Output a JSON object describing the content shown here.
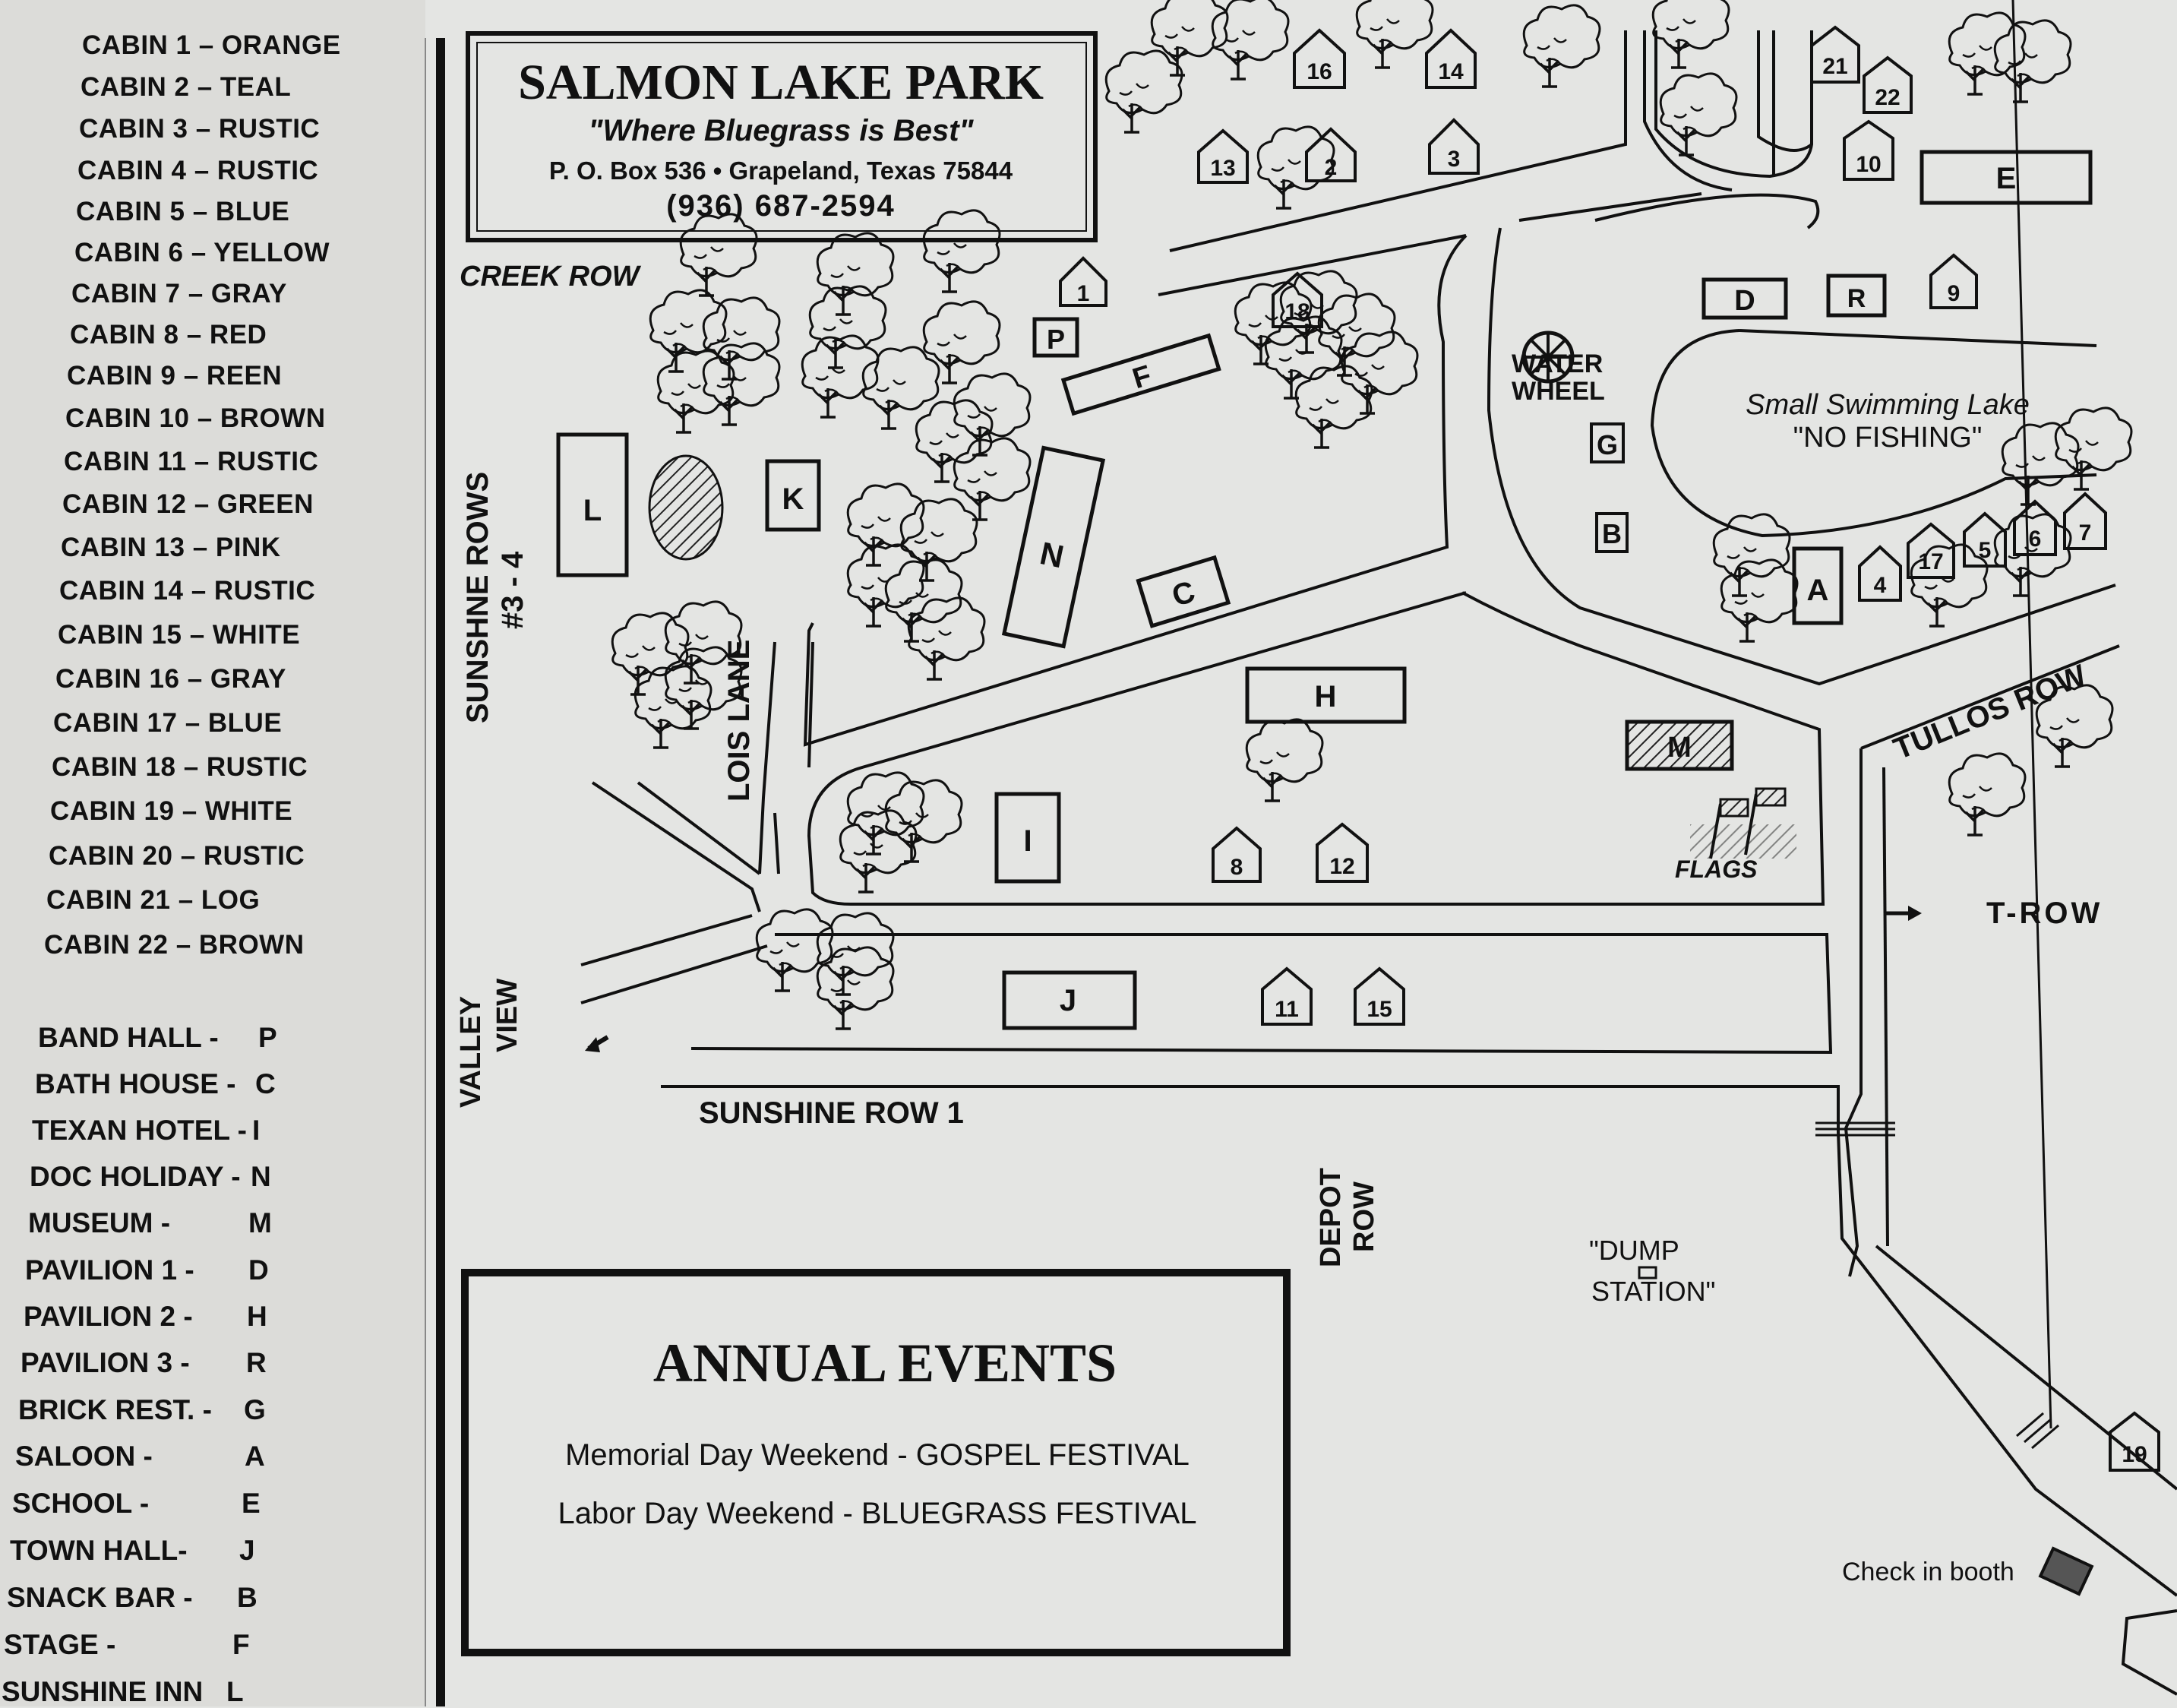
{
  "legend": {
    "cabins": [
      "CABIN 1 – ORANGE",
      "CABIN 2 – TEAL",
      "CABIN 3 – RUSTIC",
      "CABIN 4 – RUSTIC",
      "CABIN 5 – BLUE",
      "CABIN 6 – YELLOW",
      "CABIN 7 – GRAY",
      "CABIN 8 – RED",
      "CABIN 9 – REEN",
      "CABIN 10 – BROWN",
      "CABIN 11 – RUSTIC",
      "CABIN 12 – GREEN",
      "CABIN 13 – PINK",
      "CABIN 14 – RUSTIC",
      "CABIN 15 – WHITE",
      "CABIN 16 – GRAY",
      "CABIN 17 – BLUE",
      "CABIN 18 – RUSTIC",
      "CABIN 19 – WHITE",
      "CABIN 20 – RUSTIC",
      "CABIN 21 – LOG",
      "CABIN 22 – BROWN"
    ],
    "buildings": [
      {
        "name": "BAND HALL -",
        "code": "P"
      },
      {
        "name": "BATH HOUSE -",
        "code": "C"
      },
      {
        "name": "TEXAN HOTEL -",
        "code": "I"
      },
      {
        "name": "DOC HOLIDAY -",
        "code": "N"
      },
      {
        "name": "MUSEUM -",
        "code": "M"
      },
      {
        "name": "PAVILION 1 -",
        "code": "D"
      },
      {
        "name": "PAVILION 2 -",
        "code": "H"
      },
      {
        "name": "PAVILION 3 -",
        "code": "R"
      },
      {
        "name": "BRICK REST. -",
        "code": "G"
      },
      {
        "name": "SALOON -",
        "code": "A"
      },
      {
        "name": "SCHOOL -",
        "code": "E"
      },
      {
        "name": "TOWN HALL-",
        "code": "J"
      },
      {
        "name": "SNACK BAR -",
        "code": "B"
      },
      {
        "name": "STAGE -",
        "code": "F"
      },
      {
        "name": "SUNSHINE INN",
        "code": "L"
      }
    ]
  },
  "header": {
    "title": "SALMON LAKE PARK",
    "tagline": "\"Where Bluegrass is Best\"",
    "address": "P. O. Box 536 • Grapeland, Texas 75844",
    "phone": "(936) 687-2594"
  },
  "labels": {
    "creek_row": "CREEK ROW",
    "sunshine_rows": "SUNSHNE ROWS",
    "sunshine_rows_num": "#3 - 4",
    "lois_lane": "LOIS LANE",
    "valley": "VALLEY",
    "view": "VIEW",
    "sunshine_row_1": "SUNSHINE ROW 1",
    "depot": "DEPOT",
    "row": "ROW",
    "water": "WATER",
    "wheel": "WHEEL",
    "lake_1": "Small Swimming Lake",
    "lake_2": "\"NO FISHING\"",
    "tullos_row": "TULLOS ROW",
    "t_row": "T-ROW",
    "flags": "FLAGS",
    "dump_1": "\"DUMP",
    "dump_2": "STATION\"",
    "check_in": "Check in booth"
  },
  "events": {
    "title": "ANNUAL EVENTS",
    "line1": "Memorial Day Weekend  -  GOSPEL FESTIVAL",
    "line2": "Labor Day Weekend  -  BLUEGRASS FESTIVAL"
  },
  "buildings": {
    "L": "L",
    "K": "K",
    "N": "N",
    "C": "C",
    "F": "F",
    "P": "P",
    "H": "H",
    "I": "I",
    "J": "J",
    "M": "M",
    "D": "D",
    "R": "R",
    "E": "E",
    "G": "G",
    "B": "B",
    "A": "A"
  },
  "cabins": {
    "c1": "1",
    "c2": "2",
    "c3": "3",
    "c4": "4",
    "c5": "5",
    "c6": "6",
    "c7": "7",
    "c8": "8",
    "c9": "9",
    "c10": "10",
    "c11": "11",
    "c12": "12",
    "c13": "13",
    "c14": "14",
    "c15": "15",
    "c16": "16",
    "c17": "17",
    "c18": "18",
    "c19": "19",
    "c21": "21",
    "c22": "22"
  },
  "colors": {
    "paper": "#e4e5e3",
    "ink": "#111111",
    "legend_bg": "#dcdcd9"
  }
}
